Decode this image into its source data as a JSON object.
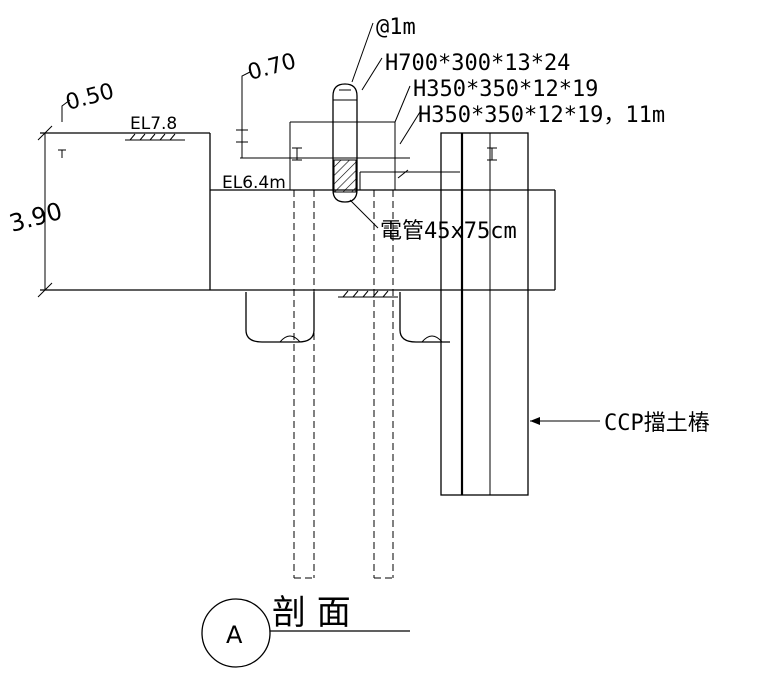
{
  "labels": {
    "spacing": "@1m",
    "beam_main": "H700*300*13*24",
    "beam_strut": "H350*350*12*19",
    "beam_pile": "H350*350*12*19，11m",
    "conduit": "電管45x75cm",
    "ccp_wall": "CCP擋土樁",
    "el_top": "EL7.8",
    "el_mid": "EL6.4m",
    "dim_050": "0.50",
    "dim_070": "0.70",
    "dim_390": "3.90",
    "section_word": "剖 面",
    "section_letter": "A"
  }
}
